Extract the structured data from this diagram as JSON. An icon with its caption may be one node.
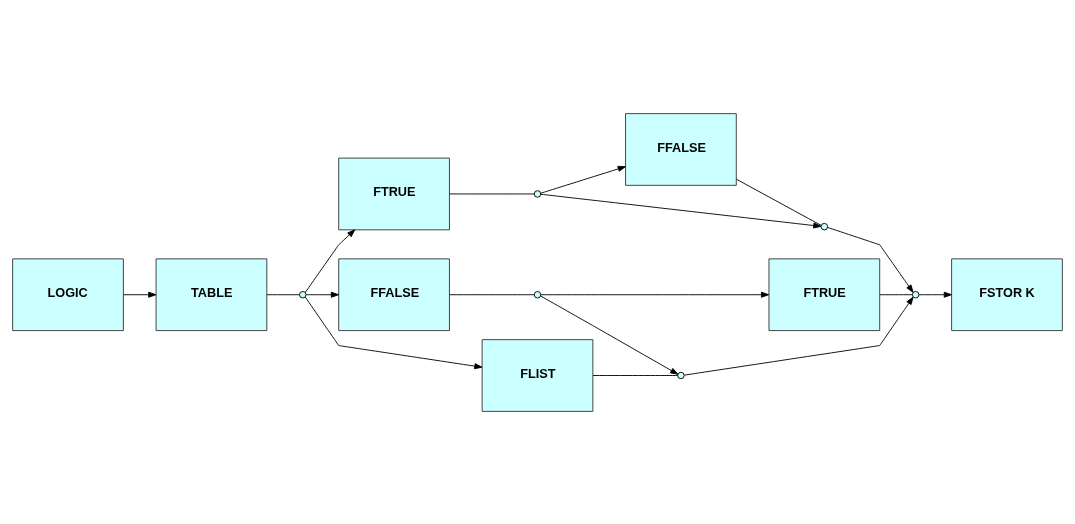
{
  "diagram": {
    "nodes": [
      {
        "text": [
          "LOGIC"
        ]
      },
      {
        "text": [
          "TABLE"
        ]
      },
      {
        "text": [],
        "shape": "circle"
      },
      {
        "text": [
          "FTRUE"
        ]
      },
      {
        "text": [],
        "shape": "circle"
      },
      {
        "text": [
          "FFALSE"
        ]
      },
      {
        "text": [],
        "shape": "circle"
      },
      {
        "text": [
          "FFALSE"
        ]
      },
      {
        "text": [],
        "shape": "circle"
      },
      {
        "text": [
          "FTRUE"
        ]
      },
      {
        "text": [
          "FLIST"
        ]
      },
      {
        "text": [],
        "shape": "circle"
      },
      {
        "text": [],
        "shape": "circle"
      },
      {
        "text": [
          "FSTOR K"
        ]
      }
    ],
    "edges": [
      {
        "from": 0,
        "to": 1,
        "arrow": "to"
      },
      {
        "from": 1,
        "to": 2,
        "arrow": "none"
      },
      {
        "from": 2,
        "to": 3,
        "arrow": "to"
      },
      {
        "from": 2,
        "to": 7,
        "arrow": "to"
      },
      {
        "from": 2,
        "to": 10,
        "arrow": "to"
      },
      {
        "from": 3,
        "to": 4,
        "arrow": "none"
      },
      {
        "from": 4,
        "to": 5,
        "arrow": "to"
      },
      {
        "from": 4,
        "to": 6,
        "arrow": "to"
      },
      {
        "from": 5,
        "to": 6,
        "arrow": "none"
      },
      {
        "from": 6,
        "to": 12,
        "arrow": "to"
      },
      {
        "from": 7,
        "to": 8,
        "arrow": "none"
      },
      {
        "from": 8,
        "to": 9,
        "arrow": "to"
      },
      {
        "from": 8,
        "to": 11,
        "arrow": "to"
      },
      {
        "from": 9,
        "to": 12,
        "arrow": "none"
      },
      {
        "from": 10,
        "to": 11,
        "arrow": "none"
      },
      {
        "from": 11,
        "to": 12,
        "arrow": "to"
      },
      {
        "from": 12,
        "to": 13,
        "arrow": "to"
      }
    ]
  }
}
